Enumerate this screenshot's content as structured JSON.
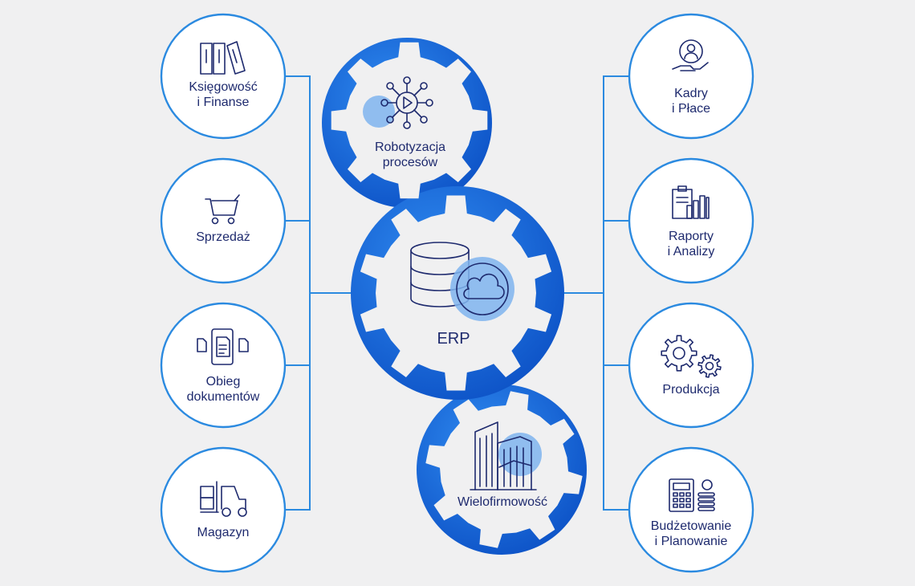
{
  "colors": {
    "background": "#f0f0f1",
    "accent": "#2b8ae0",
    "accent_dark": "#1459c9",
    "text": "#1e2a6e",
    "highlight": "#7fb4ee"
  },
  "center": {
    "label": "ERP",
    "icon": "database-cloud-icon"
  },
  "gears": [
    {
      "id": "robotyzacja",
      "lines": [
        "Robotyzacja",
        "procesów"
      ],
      "icon": "robot-process-icon"
    },
    {
      "id": "wielofirmowosc",
      "lines": [
        "Wielofirmowość"
      ],
      "icon": "buildings-icon"
    }
  ],
  "left_modules": [
    {
      "id": "ksiegowosc",
      "lines": [
        "Księgowość",
        "i Finanse"
      ],
      "icon": "binders-icon"
    },
    {
      "id": "sprzedaz",
      "lines": [
        "Sprzedaż"
      ],
      "icon": "shopping-cart-icon"
    },
    {
      "id": "obieg",
      "lines": [
        "Obieg",
        "dokumentów"
      ],
      "icon": "documents-phone-icon"
    },
    {
      "id": "magazyn",
      "lines": [
        "Magazyn"
      ],
      "icon": "forklift-icon"
    }
  ],
  "right_modules": [
    {
      "id": "kadry",
      "lines": [
        "Kadry",
        "i Płace"
      ],
      "icon": "person-hand-icon"
    },
    {
      "id": "raporty",
      "lines": [
        "Raporty",
        "i Analizy"
      ],
      "icon": "report-chart-icon"
    },
    {
      "id": "produkcja",
      "lines": [
        "Produkcja"
      ],
      "icon": "gears-icon"
    },
    {
      "id": "budzetowanie",
      "lines": [
        "Budżetowanie",
        "i Planowanie"
      ],
      "icon": "calculator-coins-icon"
    }
  ]
}
